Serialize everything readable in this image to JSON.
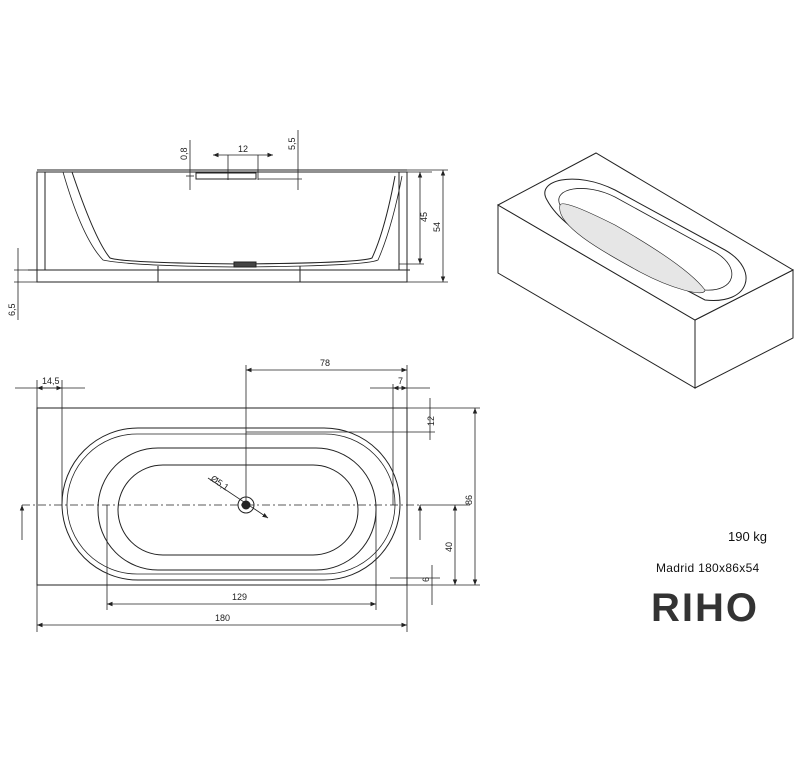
{
  "product": {
    "weight": "190 kg",
    "model": "Madrid 180x86x54",
    "brand": "RIHO"
  },
  "dimensions": {
    "side_view": {
      "rim_offset": "0,8",
      "drain_width": "12",
      "drain_height": "5,5",
      "inner_depth": "45",
      "total_height": "54",
      "base_height": "6,5"
    },
    "top_view": {
      "left_margin": "14,5",
      "drain_offset": "78",
      "right_margin": "7",
      "top_margin": "12",
      "total_width": "86",
      "drain_from_edge": "40",
      "bottom_margin": "6",
      "drain_diameter": "Ø5,1",
      "inner_length": "129",
      "total_length": "180"
    }
  },
  "colors": {
    "line": "#222222",
    "brand": "#333333"
  }
}
